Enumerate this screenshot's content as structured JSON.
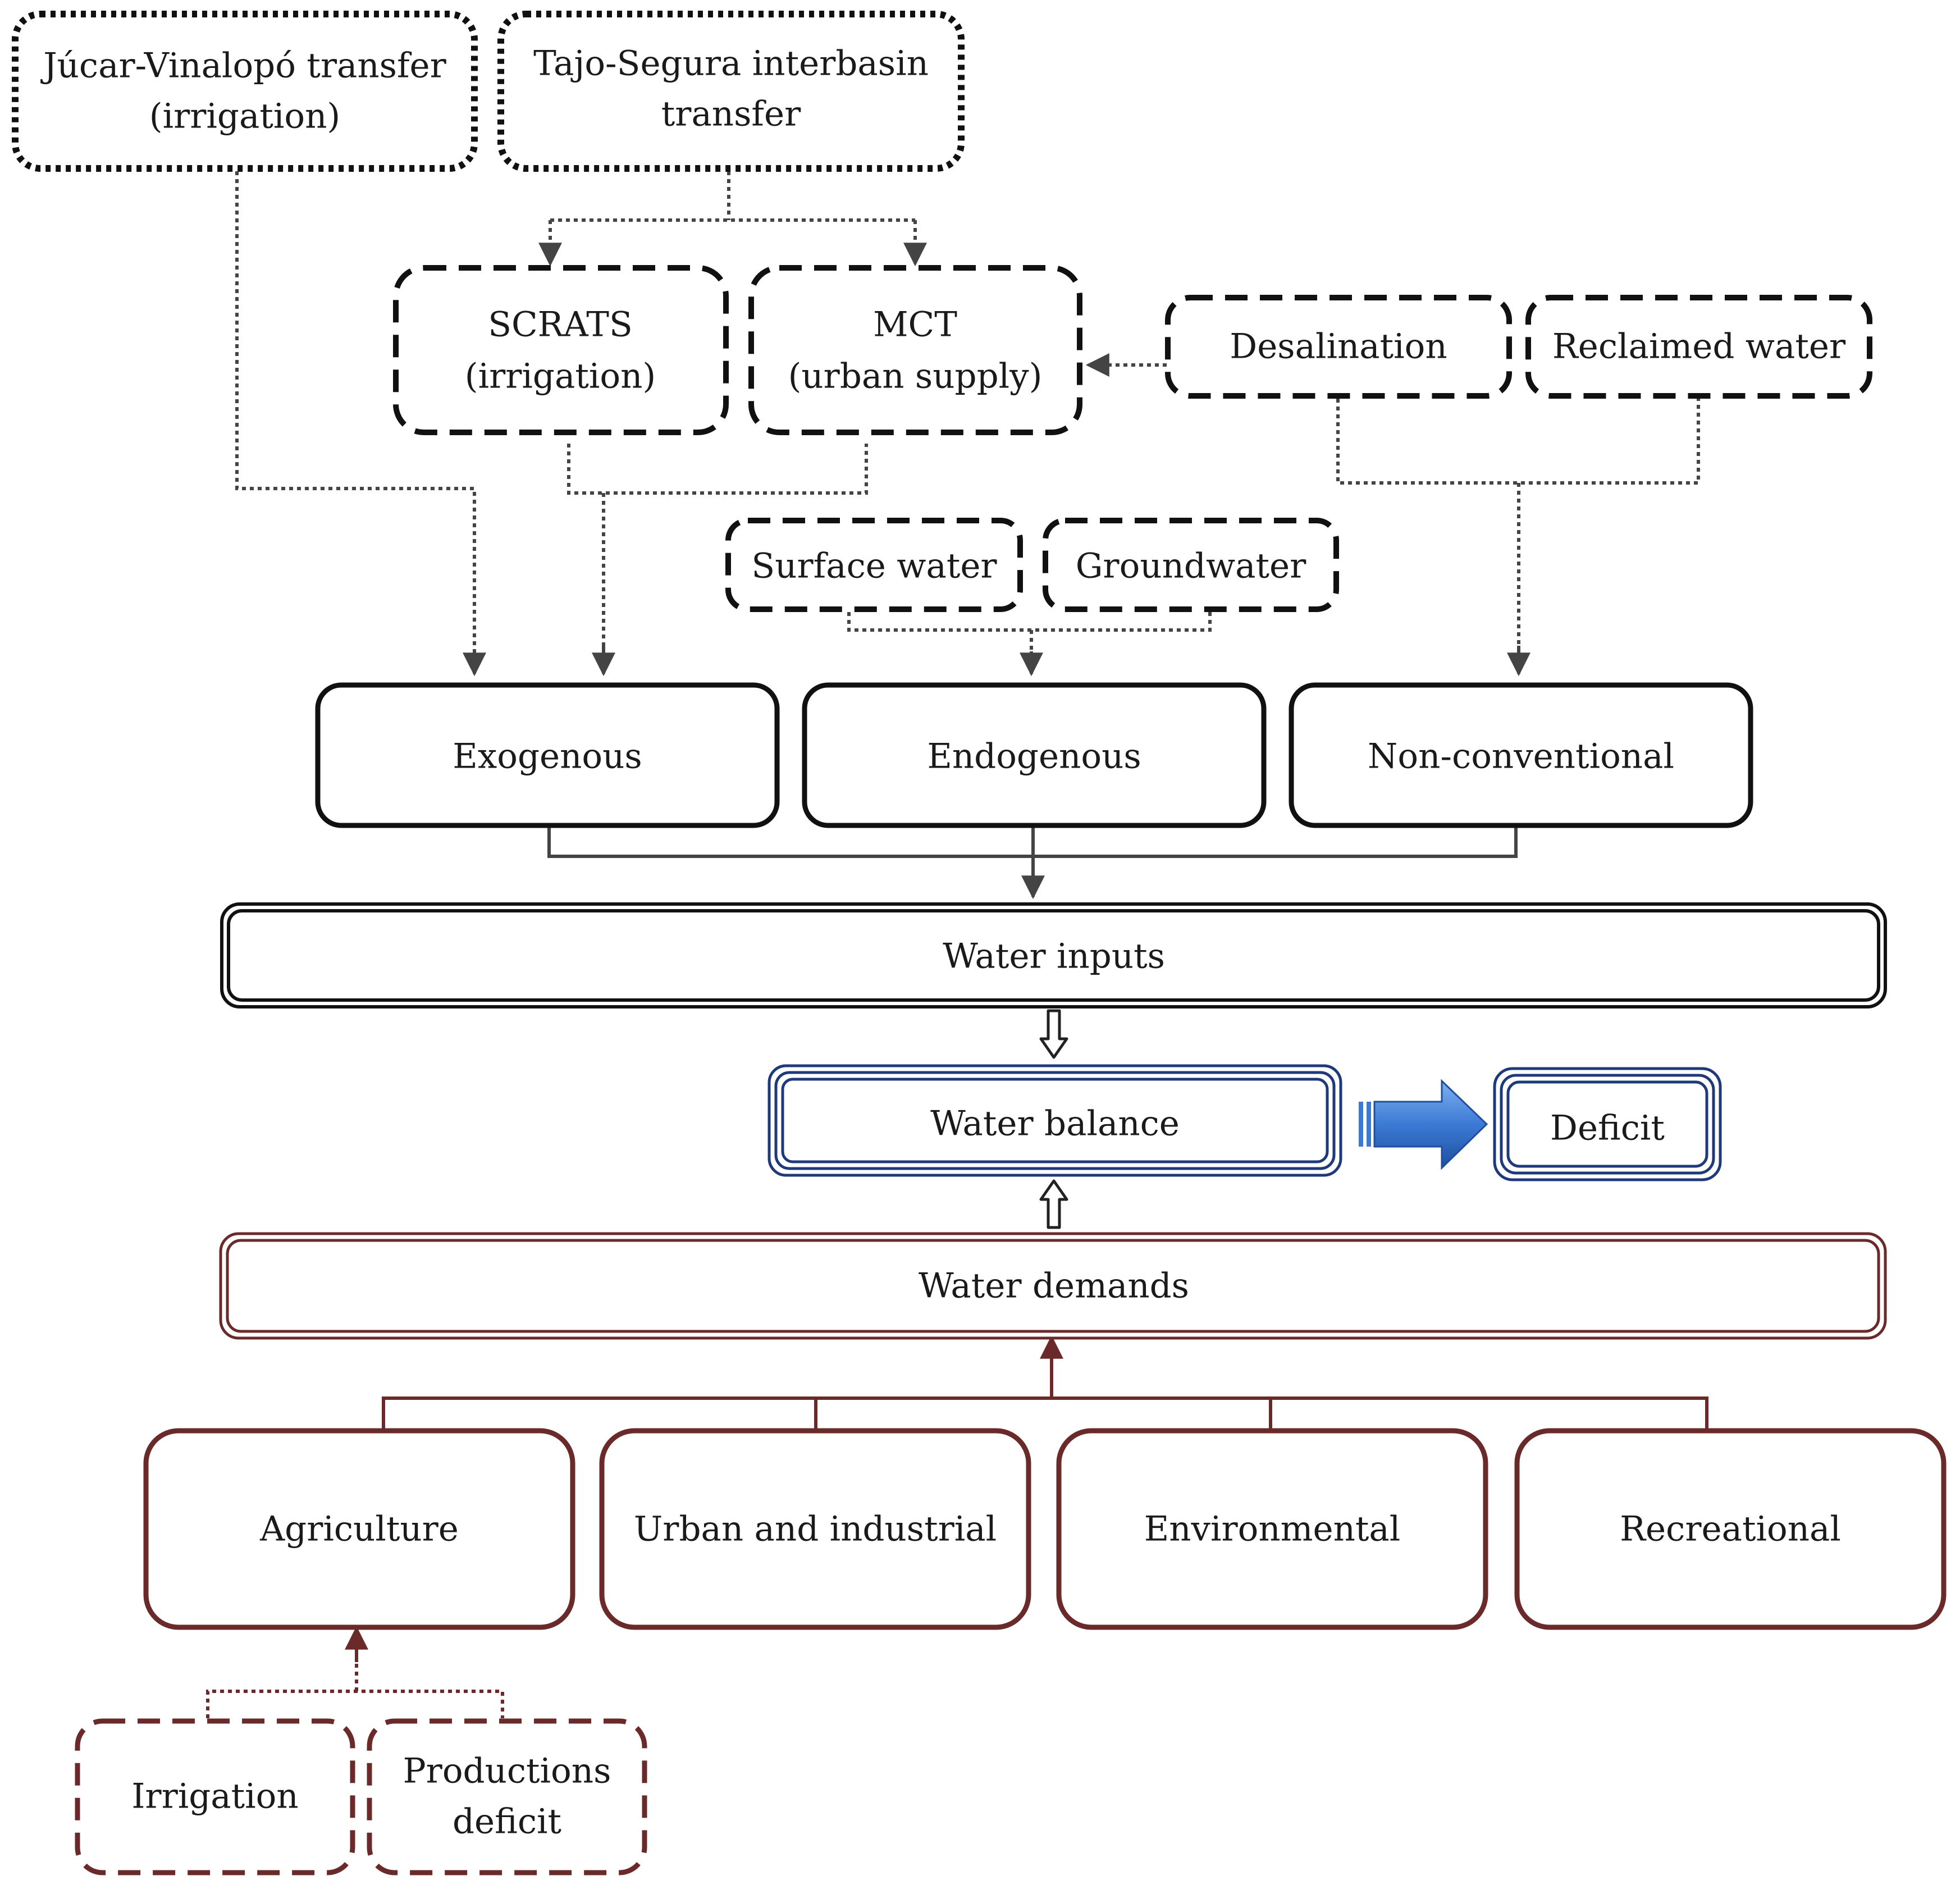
{
  "sources": {
    "jucar": {
      "line1": "Júcar-Vinalopó transfer",
      "line2": "(irrigation)"
    },
    "tajo": {
      "line1": "Tajo-Segura interbasin",
      "line2": "transfer"
    }
  },
  "sub_sources": {
    "scrats": {
      "line1": "SCRATS",
      "line2": "(irrigation)"
    },
    "mct": {
      "line1": "MCT",
      "line2": "(urban supply)"
    },
    "desalination": "Desalination",
    "reclaimed": "Reclaimed water",
    "surface": "Surface water",
    "groundwater": "Groundwater"
  },
  "categories": {
    "exogenous": "Exogenous",
    "endogenous": "Endogenous",
    "non_conventional": "Non-conventional"
  },
  "balance": {
    "inputs": "Water inputs",
    "balance": "Water balance",
    "deficit": "Deficit",
    "demands": "Water demands"
  },
  "demands": {
    "agriculture": "Agriculture",
    "urban": "Urban and industrial",
    "environmental": "Environmental",
    "recreational": "Recreational"
  },
  "agri_factors": {
    "irrigation": "Irrigation",
    "productions": {
      "line1": "Productions",
      "line2": "deficit"
    }
  },
  "colors": {
    "black": "#111111",
    "connector": "#444444",
    "navy": "#1f3a7a",
    "maroon": "#6b2a2a",
    "arrow_blue": "#3b7ad4"
  }
}
